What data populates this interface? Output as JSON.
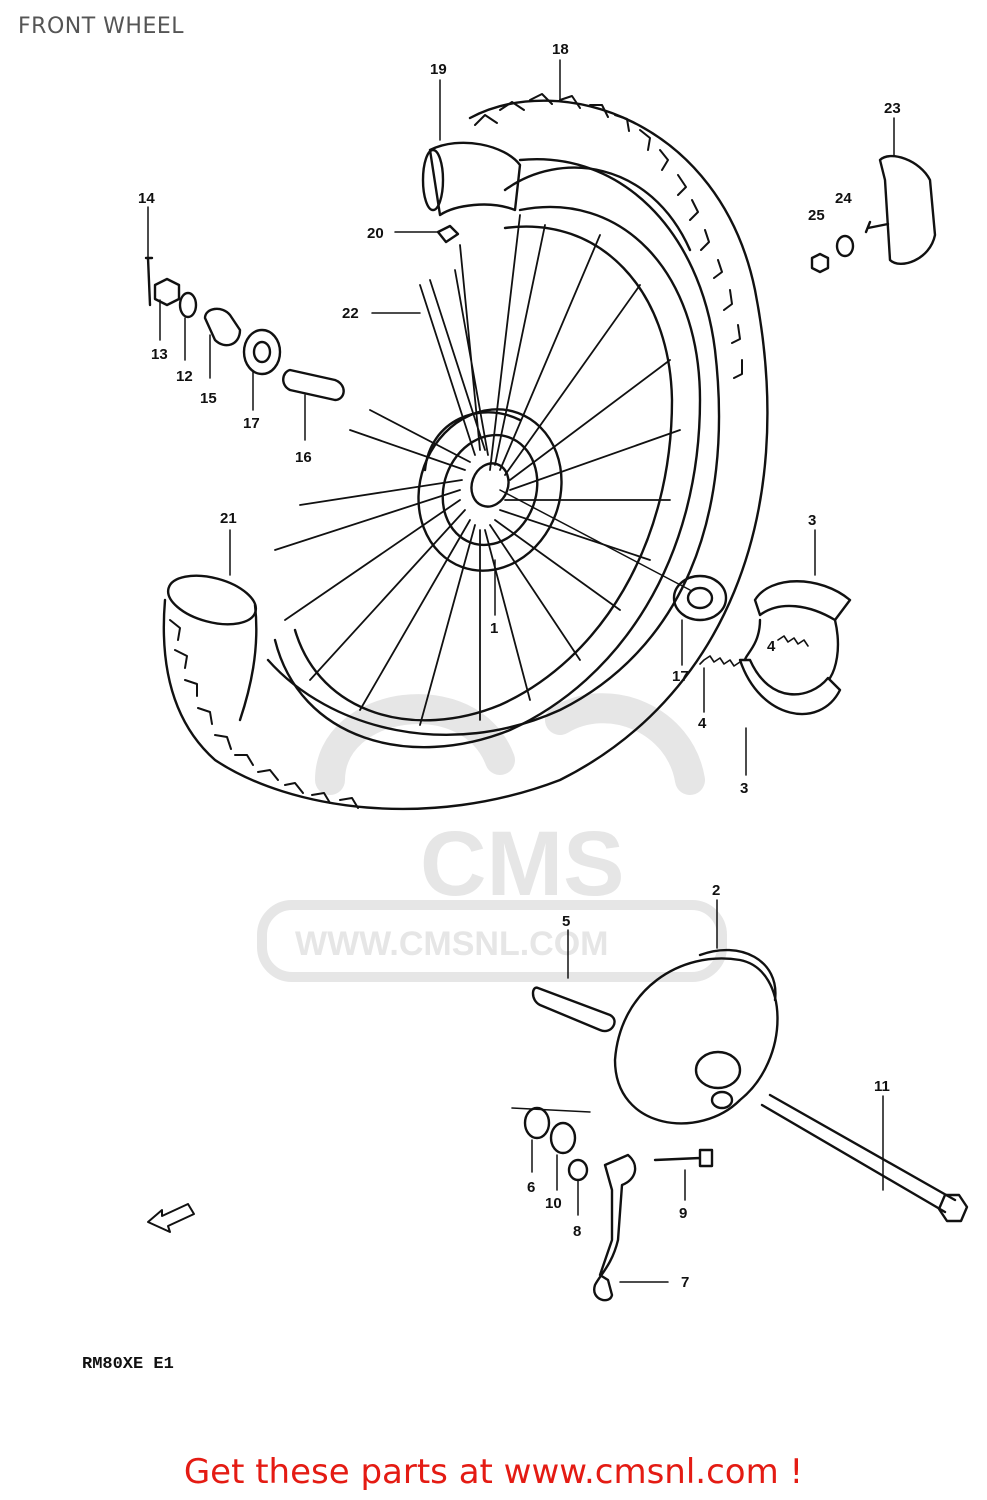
{
  "title": "FRONT WHEEL",
  "model_code": "RM80XE E1",
  "watermark": {
    "brand": "CMS",
    "url": "WWW.CMSNL.COM"
  },
  "promo_text": "Get these parts at www.cmsnl.com !",
  "colors": {
    "line": "#111111",
    "promo": "#e41b13",
    "watermark": "#e6e6e6",
    "title": "#555555"
  },
  "callouts": [
    "1",
    "2",
    "3",
    "3",
    "4",
    "4",
    "5",
    "6",
    "7",
    "8",
    "9",
    "10",
    "11",
    "12",
    "13",
    "14",
    "15",
    "16",
    "17",
    "17",
    "18",
    "19",
    "20",
    "21",
    "22",
    "23",
    "24",
    "25"
  ],
  "direction_arrow": "front-arrow-icon"
}
